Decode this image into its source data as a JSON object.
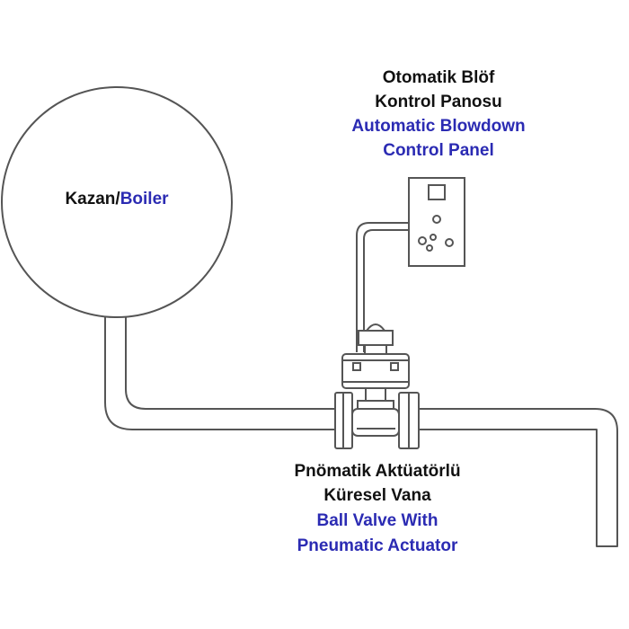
{
  "labels": {
    "boiler_tr": "Kazan/",
    "boiler_en": "Boiler",
    "panel_tr_line1": "Otomatik Blöf",
    "panel_tr_line2": "Kontrol Panosu",
    "panel_en_line1": "Automatic Blowdown",
    "panel_en_line2": "Control Panel",
    "valve_tr_line1": "Pnömatik Aktüatörlü",
    "valve_tr_line2": "Küresel Vana",
    "valve_en_line1": "Ball Valve With",
    "valve_en_line2": "Pneumatic Actuator"
  },
  "colors": {
    "turkish_text": "#111111",
    "english_text": "#2b2bb3",
    "line": "#555555"
  }
}
